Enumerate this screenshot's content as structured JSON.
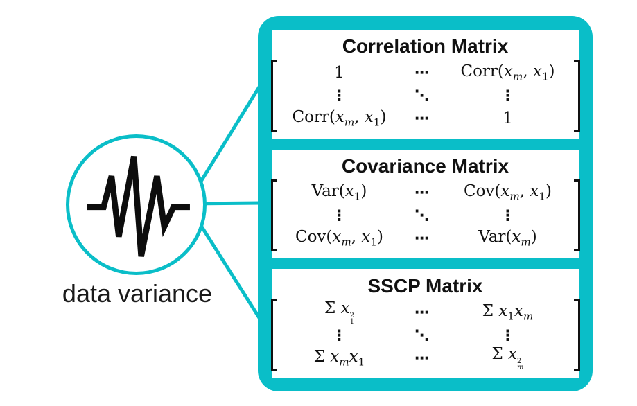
{
  "palette": {
    "teal": "#0ABEC8",
    "ink": "#111111",
    "text": "#1a1a1a",
    "bg": "#ffffff"
  },
  "source": {
    "label": "data variance",
    "icon": "waveform-icon"
  },
  "connectors": {
    "count": 3,
    "color": "#0ABEC8"
  },
  "boxes": [
    {
      "title": "Correlation Matrix",
      "cells": [
        [
          "1",
          "⋯",
          "Corr(<i>x</i><sub><i>m</i></sub>, <i>x</i><sub>1</sub>)"
        ],
        [
          "⋮",
          "⋱",
          "⋮"
        ],
        [
          "Corr(<i>x</i><sub><i>m</i></sub>, <i>x</i><sub>1</sub>)",
          "⋯",
          "1"
        ]
      ]
    },
    {
      "title": "Covariance Matrix",
      "cells": [
        [
          "Var(<i>x</i><sub>1</sub>)",
          "⋯",
          "Cov(<i>x</i><sub><i>m</i></sub>, <i>x</i><sub>1</sub>)"
        ],
        [
          "⋮",
          "⋱",
          "⋮"
        ],
        [
          "Cov(<i>x</i><sub><i>m</i></sub>, <i>x</i><sub>1</sub>)",
          "⋯",
          "Var(<i>x</i><sub><i>m</i></sub>)"
        ]
      ]
    },
    {
      "title": "SSCP Matrix",
      "cells": [
        [
          "Σ <i>x</i><span class='st'><sup>2</sup><sub>1</sub></span>",
          "⋯",
          "Σ <i>x</i><sub>1</sub><i>x</i><sub><i>m</i></sub>"
        ],
        [
          "⋮",
          "⋱",
          "⋮"
        ],
        [
          "Σ <i>x</i><sub><i>m</i></sub><i>x</i><sub>1</sub>",
          "⋯",
          "Σ <i>x</i><span class='st'><sup>2</sup><sub><i>m</i></sub></span>"
        ]
      ]
    }
  ]
}
